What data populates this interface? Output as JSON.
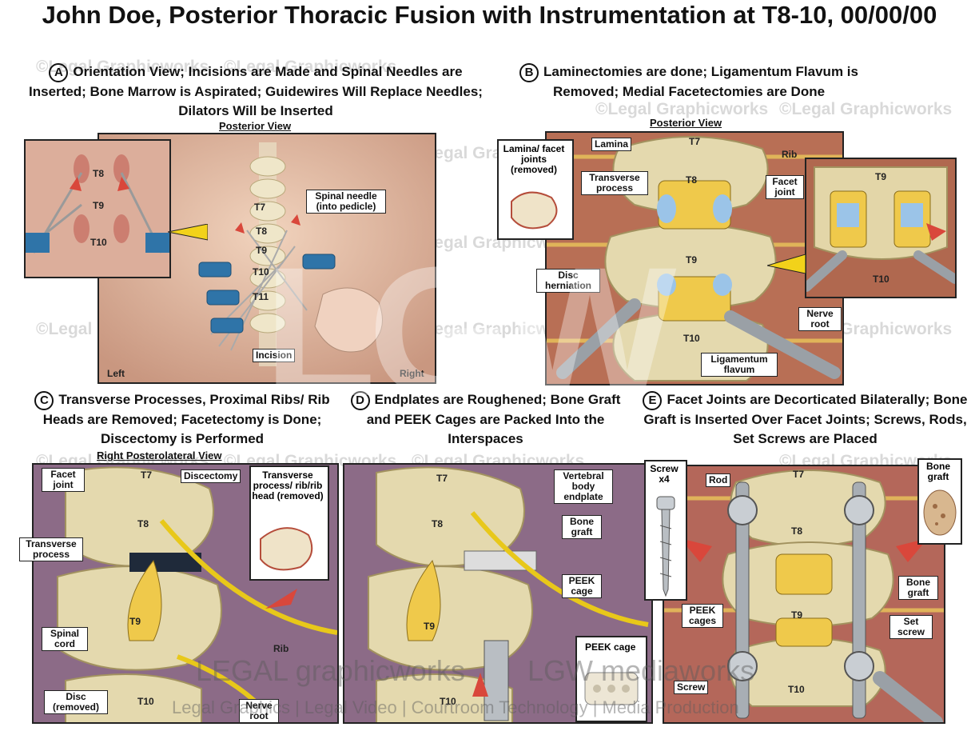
{
  "title": "John Doe, Posterior Thoracic Fusion with Instrumentation at T8-10, 00/00/00",
  "panels": {
    "a": {
      "letter": "A",
      "caption": "Orientation View; Incisions are Made and Spinal Needles are Inserted; Bone Marrow is Aspirated; Guidewires Will Replace Needles; Dilators Will be Inserted",
      "view": "Posterior View",
      "labels": {
        "t7": "T7",
        "t8": "T8",
        "t9": "T9",
        "t10": "T10",
        "t11": "T11",
        "needle": "Spinal needle (into pedicle)",
        "incision": "Incision",
        "left": "Left",
        "right": "Right",
        "inset_t8": "T8",
        "inset_t9": "T9",
        "inset_t10": "T10"
      }
    },
    "b": {
      "letter": "B",
      "caption": "Laminectomies are done; Ligamentum Flavum is Removed; Medial Facetectomies are Done",
      "view": "Posterior View",
      "labels": {
        "lamina_removed": "Lamina/ facet joints (removed)",
        "lamina": "Lamina",
        "t7": "T7",
        "rib": "Rib",
        "t8": "T8",
        "transverse": "Transverse process",
        "facet": "Facet joint",
        "t9": "T9",
        "disc": "Disc herniation",
        "t10": "T10",
        "ligamentum": "Ligamentum flavum",
        "nerve": "Nerve root",
        "inset_t9": "T9",
        "inset_t10": "T10"
      }
    },
    "c": {
      "letter": "C",
      "caption": "Transverse Processes, Proximal Ribs/ Rib Heads are Removed; Facetectomy is Done; Discectomy is Performed",
      "view": "Right Posterolateral View",
      "labels": {
        "facet": "Facet joint",
        "t7": "T7",
        "discectomy": "Discectomy",
        "tp_removed": "Transverse process/ rib/rib head (removed)",
        "t8": "T8",
        "transverse": "Transverse process",
        "t9": "T9",
        "spinal_cord": "Spinal cord",
        "rib": "Rib",
        "disc": "Disc (removed)",
        "t10": "T10",
        "nerve": "Nerve root"
      }
    },
    "d": {
      "letter": "D",
      "caption": "Endplates are Roughened; Bone Graft and PEEK Cages are Packed Into the Interspaces",
      "labels": {
        "t7": "T7",
        "endplate": "Vertebral body endplate",
        "t8": "T8",
        "bone_graft": "Bone graft",
        "peek": "PEEK cage",
        "t9": "T9",
        "peek_inset": "PEEK cage",
        "t10": "T10"
      }
    },
    "e": {
      "letter": "E",
      "caption": "Facet Joints are Decorticated Bilaterally; Bone Graft is Inserted Over Facet Joints; Screws, Rods, Set Screws are Placed",
      "labels": {
        "screw_x4": "Screw x4",
        "rod": "Rod",
        "t7": "T7",
        "bone_graft_top": "Bone graft",
        "t8": "T8",
        "bone_graft": "Bone graft",
        "peek_cages": "PEEK cages",
        "t9": "T9",
        "set_screw": "Set screw",
        "screw": "Screw",
        "t10": "T10"
      }
    }
  },
  "watermark": "©Legal Graphicworks",
  "footer": {
    "brand1": "LEGAL graphicworks",
    "brand2": "LGW mediaworks",
    "tagline": "Legal Graphics | Legal Video | Courtroom Technology | Media Production"
  },
  "colors": {
    "bone": "#e7dcb0",
    "tissue": "#c9635a",
    "skin": "#e8c1a6",
    "instrument": "#9aa0a6",
    "yellow": "#f2d21a",
    "blue": "#2a7fbf"
  }
}
